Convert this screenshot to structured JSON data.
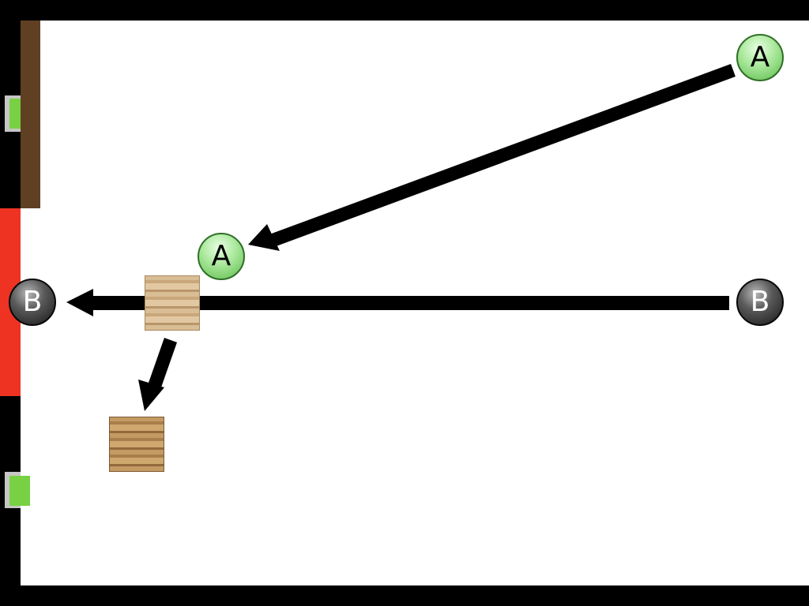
{
  "tokens": {
    "a_start": "A",
    "a_end": "A",
    "b_start": "B",
    "b_end": "B"
  },
  "colors": {
    "background": "#000000",
    "floor": "#ffffff",
    "brown_wall": "#5f4022",
    "red_wall": "#ee3323",
    "switch_light": "#77d142",
    "switch_frame": "#c6c6c6",
    "token_a": "#a8e79a",
    "token_b": "#3a3a3a",
    "arrow": "#000000"
  },
  "icons": {
    "token_a": "green-circle-a-icon",
    "token_b": "black-circle-b-icon",
    "crate": "wooden-crate-icon",
    "switch": "green-switch-icon",
    "arrow": "arrow-icon"
  }
}
